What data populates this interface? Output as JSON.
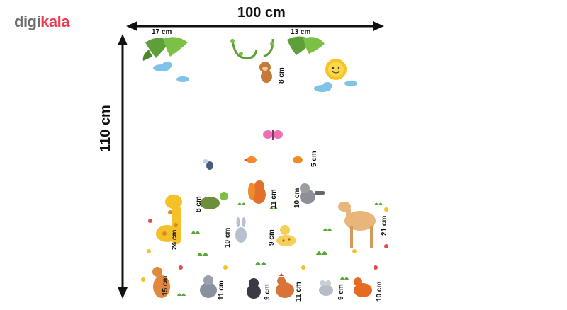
{
  "brand": {
    "part1": "digi",
    "part2": "kala",
    "color_part1": "#6d6e71",
    "color_part2": "#ef394e"
  },
  "dimensions": {
    "width": "100 cm",
    "height": "110 cm"
  },
  "labels": {
    "leaf_left": "17 cm",
    "leaf_right": "13 cm",
    "monkey": "8 cm",
    "bird": "5 cm",
    "turtle": "8 cm",
    "squirrel": "11 cm",
    "raccoon": "10 cm",
    "giraffe": "24 cm",
    "rabbit": "10 cm",
    "cheetah": "9 cm",
    "camel": "21 cm",
    "kangaroo": "15 cm",
    "wolf": "11 cm",
    "cat": "9 cm",
    "hen": "11 cm",
    "mouse": "9 cm",
    "fox": "10 cm"
  }
}
